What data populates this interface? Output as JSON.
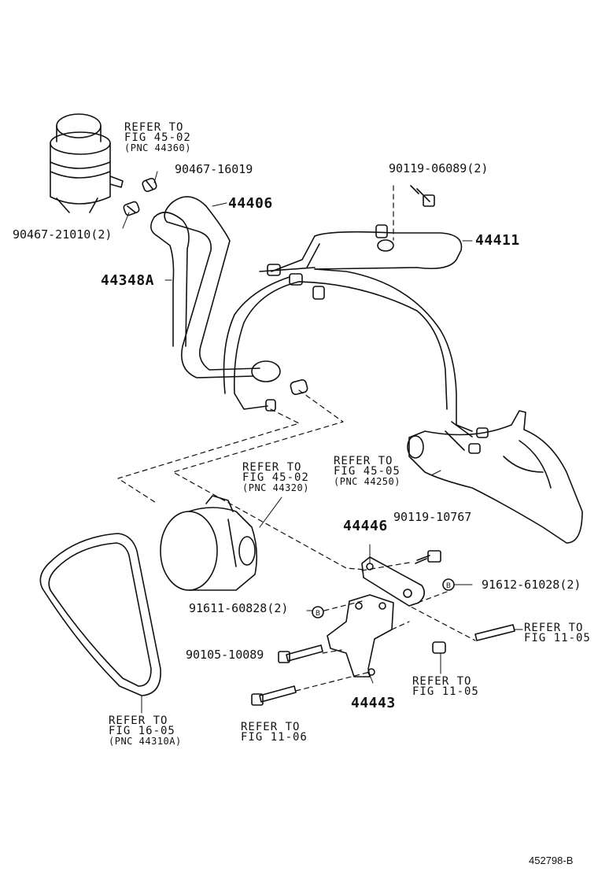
{
  "labels": {
    "p44406": "44406",
    "p44411": "44411",
    "p44348a": "44348A",
    "p44446": "44446",
    "p44443": "44443",
    "p90467_16019": "90467-16019",
    "p90467_21010": "90467-21010(2)",
    "p90119_06089": "90119-06089(2)",
    "p90119_10767": "90119-10767",
    "p91612_61028": "91612-61028(2)",
    "p91611_60828": "91611-60828(2)",
    "p90105_10089": "90105-10089"
  },
  "refs": {
    "r_reservoir": {
      "l1": "REFER TO",
      "l2": "FIG 45-02",
      "pnc": "(PNC 44360)"
    },
    "r_pump": {
      "l1": "REFER TO",
      "l2": "FIG 45-02",
      "pnc": "(PNC 44320)"
    },
    "r_gear": {
      "l1": "REFER TO",
      "l2": "FIG 45-05",
      "pnc": "(PNC 44250)"
    },
    "r_belt": {
      "l1": "REFER TO",
      "l2": "FIG 16-05",
      "pnc": "(PNC 44310A)"
    },
    "r_stud": {
      "l1": "REFER TO",
      "l2": "FIG 11-05"
    },
    "r_nut": {
      "l1": "REFER TO",
      "l2": "FIG 11-05"
    },
    "r_bolt": {
      "l1": "REFER TO",
      "l2": "FIG 11-06"
    }
  },
  "illustration_id": "452798-B"
}
